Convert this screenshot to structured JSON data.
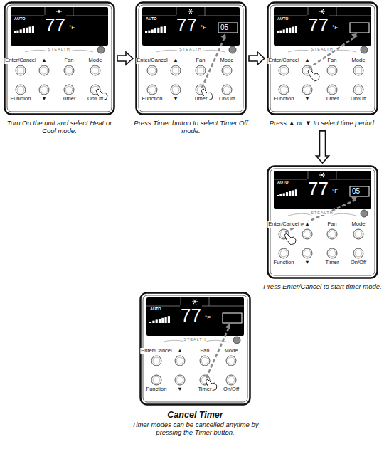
{
  "diagram": {
    "nodes": [
      {
        "text": [
          "AUTO",
          "77",
          "°F",
          "STEALTH",
          "Enter/Cancel",
          "▲",
          "Fan",
          "Mode",
          "Function",
          "▼",
          "Timer",
          "On/Off",
          "Turn On the unit and select Heat or Cool mode."
        ]
      },
      {
        "text": [
          "AUTO",
          "77",
          "°F",
          "STEALTH",
          "Enter/Cancel",
          "▲",
          "Fan",
          "Mode",
          "Function",
          "▼",
          "Timer",
          "On/Off",
          "05",
          "Press Timer button to select Timer Off mode."
        ]
      },
      {
        "text": [
          "AUTO",
          "77",
          "°F",
          "STEALTH",
          "Enter/Cancel",
          "▲",
          "Fan",
          "Mode",
          "Function",
          "▼",
          "Timer",
          "On/Off",
          "Press ▲ or ▼ to select time period."
        ]
      },
      {
        "text": [
          "AUTO",
          "77",
          "°F",
          "STEALTH",
          "Enter/Cancel",
          "▲",
          "Fan",
          "Mode",
          "Function",
          "▼",
          "Timer",
          "On/Off",
          "05",
          "Press Enter/Cancel to start timer mode."
        ]
      },
      {
        "text": [
          "AUTO",
          "77",
          "°F",
          "STEALTH",
          "Enter/Cancel",
          "▲",
          "Fan",
          "Mode",
          "Function",
          "▼",
          "Timer",
          "On/Off",
          "Cancel Timer",
          "Timer modes can be cancelled anytime by pressing the Timer button."
        ]
      }
    ],
    "edges": [
      {
        "from": 0,
        "to": 1,
        "arrow": "to"
      },
      {
        "from": 1,
        "to": 2,
        "arrow": "to"
      },
      {
        "from": 2,
        "to": 3,
        "arrow": "to"
      }
    ]
  }
}
